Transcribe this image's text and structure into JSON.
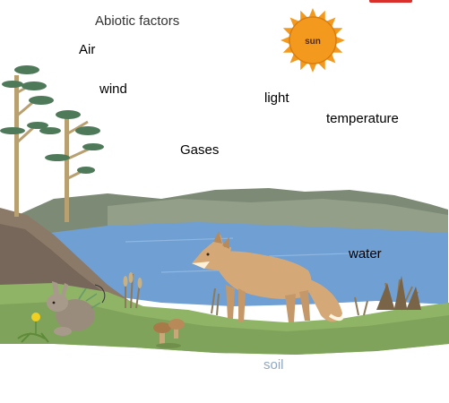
{
  "title": "Abiotic factors",
  "sun_label": "sun",
  "labels": {
    "air": "Air",
    "wind": "wind",
    "light": "light",
    "temperature": "temperature",
    "gases": "Gases",
    "water": "water",
    "soil": "soil"
  },
  "colors": {
    "sun": "#f39a1e",
    "water": "#6f9fd3",
    "mountains": "#7d8a75",
    "grass": "#8fb466",
    "soil_label": "#8fa8c4",
    "fox": "#d4a877",
    "accent": "#d9302b"
  },
  "icons": [
    "sun-icon",
    "tree-icon",
    "fox-icon",
    "rabbit-icon",
    "mushroom-icon",
    "dandelion-icon",
    "reed-icon"
  ]
}
